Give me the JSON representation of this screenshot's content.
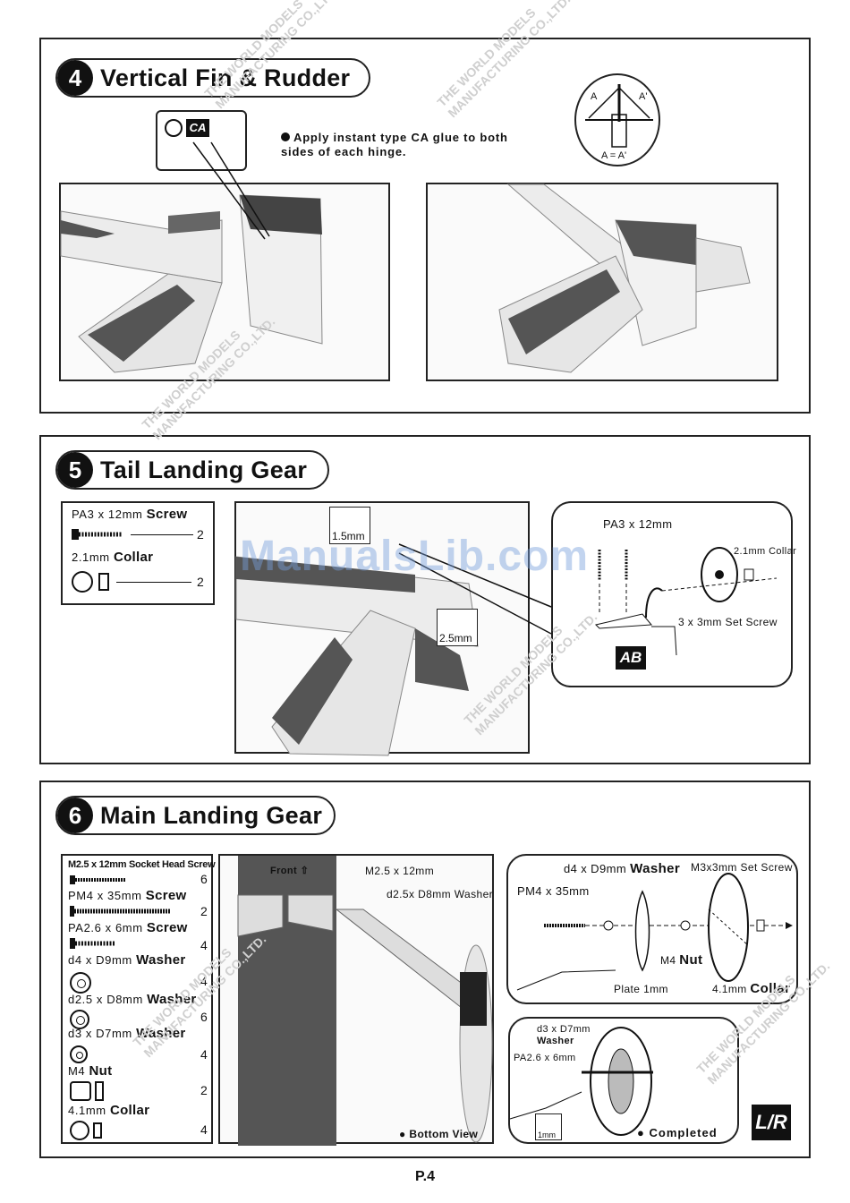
{
  "sections": {
    "fin": {
      "number": "4",
      "title": "Vertical Fin & Rudder",
      "instruction": "Apply instant type CA glue to both sides of each hinge.",
      "ca_badge": "CA",
      "diagram": {
        "label_a": "A",
        "label_a_prime": "A'",
        "equation": "A = A'"
      }
    },
    "tail": {
      "number": "5",
      "title": "Tail Landing Gear",
      "parts": [
        {
          "name": "PA3 x 12mm",
          "bold": "Screw",
          "qty": "2"
        },
        {
          "name": "2.1mm",
          "bold": "Collar",
          "qty": "2"
        }
      ],
      "drill_1": "1.5mm",
      "drill_2": "2.5mm",
      "detail": {
        "screw": "PA3 x 12mm",
        "collar": "2.1mm Collar",
        "set_screw": "3 x 3mm Set Screw",
        "glue_badge": "AB"
      }
    },
    "main": {
      "number": "6",
      "title": "Main Landing Gear",
      "parts": [
        {
          "name": "M2.5 x 12mm Socket Head Screw",
          "bold": "",
          "qty": "6"
        },
        {
          "name": "PM4 x 35mm",
          "bold": "Screw",
          "qty": "2"
        },
        {
          "name": "PA2.6 x 6mm",
          "bold": "Screw",
          "qty": "4"
        },
        {
          "name": "d4 x D9mm",
          "bold": "Washer",
          "qty": "4"
        },
        {
          "name": "d2.5 x D8mm",
          "bold": "Washer",
          "qty": "6"
        },
        {
          "name": "d3 x D7mm",
          "bold": "Washer",
          "qty": "4"
        },
        {
          "name": "M4",
          "bold": "Nut",
          "qty": "2"
        },
        {
          "name": "4.1mm",
          "bold": "Collar",
          "qty": "4"
        }
      ],
      "photo": {
        "front": "Front",
        "screw": "M2.5 x 12mm",
        "washer": "d2.5x D8mm Washer",
        "caption": "Bottom View"
      },
      "detail_top": {
        "washer": "d4 x D9mm",
        "washer_bold": "Washer",
        "set_screw": "M3x3mm Set Screw",
        "screw": "PM4 x 35mm",
        "nut": "M4",
        "nut_bold": "Nut",
        "plate": "Plate 1mm",
        "collar": "4.1mm",
        "collar_bold": "Collar"
      },
      "detail_bottom": {
        "washer": "d3 x D7mm",
        "washer_bold": "Washer",
        "screw": "PA2.6 x 6mm",
        "drill": "1mm",
        "caption": "Completed"
      },
      "lr_badge": "L/R"
    }
  },
  "watermark": {
    "brand": "ManualsLib.com",
    "line1": "THE WORLD MODELS",
    "line2": "MANUFACTURING CO.,LTD."
  },
  "page_number": "P.4"
}
